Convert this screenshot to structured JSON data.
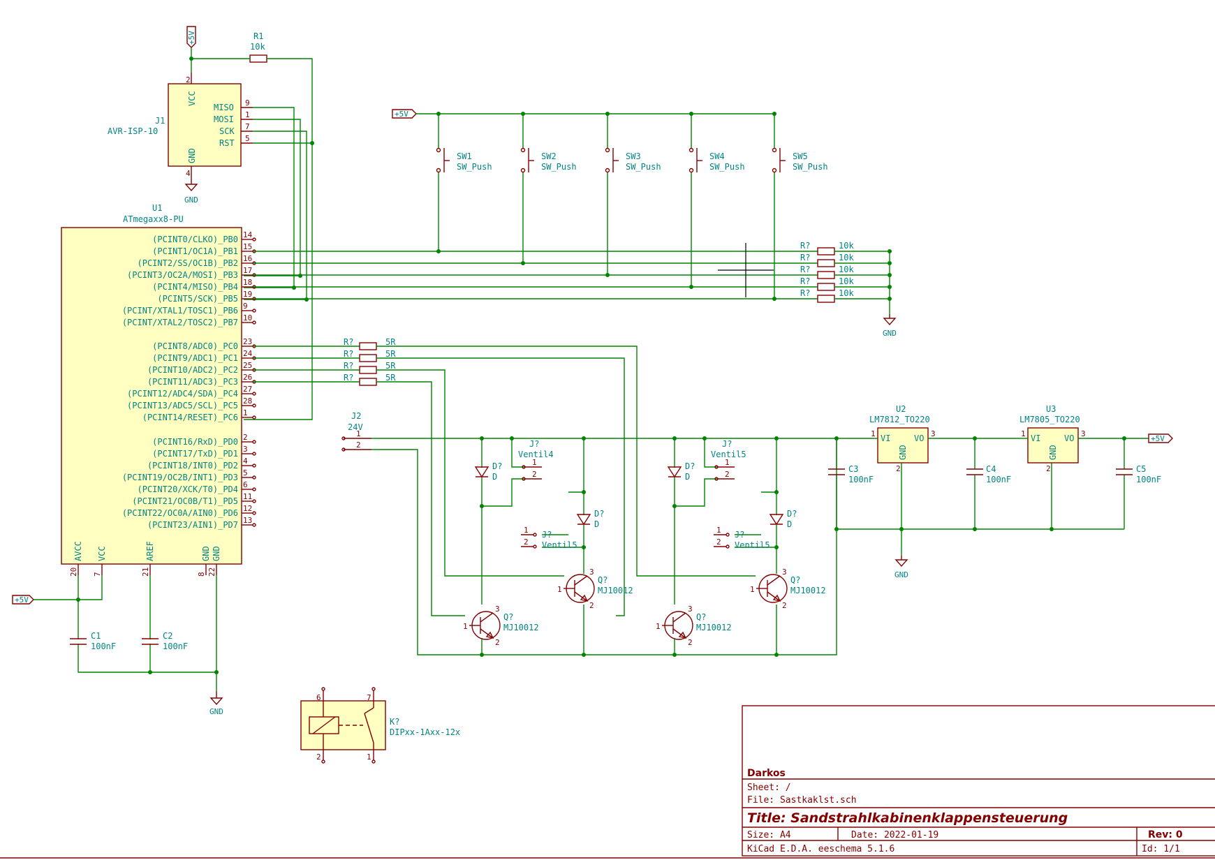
{
  "power": {
    "vcc": "+5V",
    "gnd": "GND",
    "v24": "24V"
  },
  "R1": {
    "ref": "R1",
    "value": "10k"
  },
  "J1": {
    "ref": "J1",
    "value": "AVR-ISP-10",
    "pins": {
      "vcc": "VCC",
      "gnd": "GND",
      "miso": "MISO",
      "mosi": "MOSI",
      "sck": "SCK",
      "rst": "RST"
    },
    "nums": {
      "vcc": "2",
      "gnd": "4",
      "miso": "9",
      "mosi": "1",
      "sck": "7",
      "rst": "5"
    }
  },
  "U1": {
    "ref": "U1",
    "value": "ATmegaxx8-PU",
    "left_pins": [
      {
        "name": "(PCINT0/CLKO)_PB0",
        "num": "14"
      },
      {
        "name": "(PCINT1/OC1A)_PB1",
        "num": "15"
      },
      {
        "name": "(PCINT2/SS/OC1B)_PB2",
        "num": "16"
      },
      {
        "name": "(PCINT3/OC2A/MOSI)_PB3",
        "num": "17"
      },
      {
        "name": "(PCINT4/MISO)_PB4",
        "num": "18"
      },
      {
        "name": "(PCINT5/SCK)_PB5",
        "num": "19"
      },
      {
        "name": "(PCINT/XTAL1/TOSC1)_PB6",
        "num": "9"
      },
      {
        "name": "(PCINT/XTAL2/TOSC2)_PB7",
        "num": "10"
      },
      {
        "name": "(PCINT8/ADC0)_PC0",
        "num": "23"
      },
      {
        "name": "(PCINT9/ADC1)_PC1",
        "num": "24"
      },
      {
        "name": "(PCINT10/ADC2)_PC2",
        "num": "25"
      },
      {
        "name": "(PCINT11/ADC3)_PC3",
        "num": "26"
      },
      {
        "name": "(PCINT12/ADC4/SDA)_PC4",
        "num": "27"
      },
      {
        "name": "(PCINT13/ADC5/SCL)_PC5",
        "num": "28"
      },
      {
        "name": "(PCINT14/RESET)_PC6",
        "num": "1"
      },
      {
        "name": "(PCINT16/RxD)_PD0",
        "num": "2"
      },
      {
        "name": "(PCINT17/TxD)_PD1",
        "num": "3"
      },
      {
        "name": "(PCINT18/INT0)_PD2",
        "num": "4"
      },
      {
        "name": "(PCINT19/OC2B/INT1)_PD3",
        "num": "5"
      },
      {
        "name": "(PCINT20/XCK/T0)_PD4",
        "num": "6"
      },
      {
        "name": "(PCINT21/OC0B/T1)_PD5",
        "num": "11"
      },
      {
        "name": "(PCINT22/OC0A/AIN0)_PD6",
        "num": "12"
      },
      {
        "name": "(PCINT23/AIN1)_PD7",
        "num": "13"
      }
    ],
    "bottom_pins": [
      {
        "name": "AVCC",
        "num": "20"
      },
      {
        "name": "VCC",
        "num": "7"
      },
      {
        "name": "AREF",
        "num": "21"
      },
      {
        "name": "GND",
        "num": "8"
      },
      {
        "name": "GND",
        "num": "22"
      }
    ]
  },
  "switches": [
    {
      "ref": "SW1",
      "value": "SW_Push"
    },
    {
      "ref": "SW2",
      "value": "SW_Push"
    },
    {
      "ref": "SW3",
      "value": "SW_Push"
    },
    {
      "ref": "SW4",
      "value": "SW_Push"
    },
    {
      "ref": "SW5",
      "value": "SW_Push"
    }
  ],
  "pulldowns": [
    {
      "ref": "R?",
      "value": "10k"
    },
    {
      "ref": "R?",
      "value": "10k"
    },
    {
      "ref": "R?",
      "value": "10k"
    },
    {
      "ref": "R?",
      "value": "10k"
    },
    {
      "ref": "R?",
      "value": "10k"
    }
  ],
  "base_resistors": [
    {
      "ref": "R?",
      "value": "5R"
    },
    {
      "ref": "R?",
      "value": "5R"
    },
    {
      "ref": "R?",
      "value": "5R"
    },
    {
      "ref": "R?",
      "value": "5R"
    }
  ],
  "J2": {
    "ref": "J2",
    "value": "24V",
    "p1": "1",
    "p2": "2"
  },
  "valve_conn": [
    {
      "ref": "J?",
      "value": "Ventil4"
    },
    {
      "ref": "J?",
      "value": "Ventil5"
    },
    {
      "ref": "J?",
      "value": "Ventil5"
    },
    {
      "ref": "J?",
      "value": "Ventil5"
    }
  ],
  "diodes": [
    {
      "ref": "D?",
      "value": "D"
    },
    {
      "ref": "D?",
      "value": "D"
    },
    {
      "ref": "D?",
      "value": "D"
    },
    {
      "ref": "D?",
      "value": "D"
    }
  ],
  "transistors": [
    {
      "ref": "Q?",
      "value": "MJ10012"
    },
    {
      "ref": "Q?",
      "value": "MJ10012"
    },
    {
      "ref": "Q?",
      "value": "MJ10012"
    },
    {
      "ref": "Q?",
      "value": "MJ10012"
    }
  ],
  "U2": {
    "ref": "U2",
    "value": "LM7812_TO220",
    "vi": "VI",
    "vo": "VO",
    "gnd": "GND"
  },
  "U3": {
    "ref": "U3",
    "value": "LM7805_TO220",
    "vi": "VI",
    "vo": "VO",
    "gnd": "GND"
  },
  "caps": {
    "C1": {
      "ref": "C1",
      "value": "100nF"
    },
    "C2": {
      "ref": "C2",
      "value": "100nF"
    },
    "C3": {
      "ref": "C3",
      "value": "100nF"
    },
    "C4": {
      "ref": "C4",
      "value": "100nF"
    },
    "C5": {
      "ref": "C5",
      "value": "100nF"
    }
  },
  "K1": {
    "ref": "K?",
    "value": "DIPxx-1Axx-12x",
    "pins": [
      "6",
      "7",
      "2",
      "1"
    ]
  },
  "titleblock": {
    "company": "Darkos",
    "sheet": "Sheet: /",
    "file": "File: Sastkaklst.sch",
    "title": "Title: Sandstrahlkabinenklappensteuerung",
    "size": "Size: A4",
    "date": "Date: 2022-01-19",
    "rev": "Rev: 0",
    "tool": "KiCad E.D.A.  eeschema 5.1.6",
    "id": "Id: 1/1"
  },
  "colors": {
    "wire": "#008400",
    "body": "#ffffc2",
    "outline": "#840000",
    "text": "#008484"
  }
}
